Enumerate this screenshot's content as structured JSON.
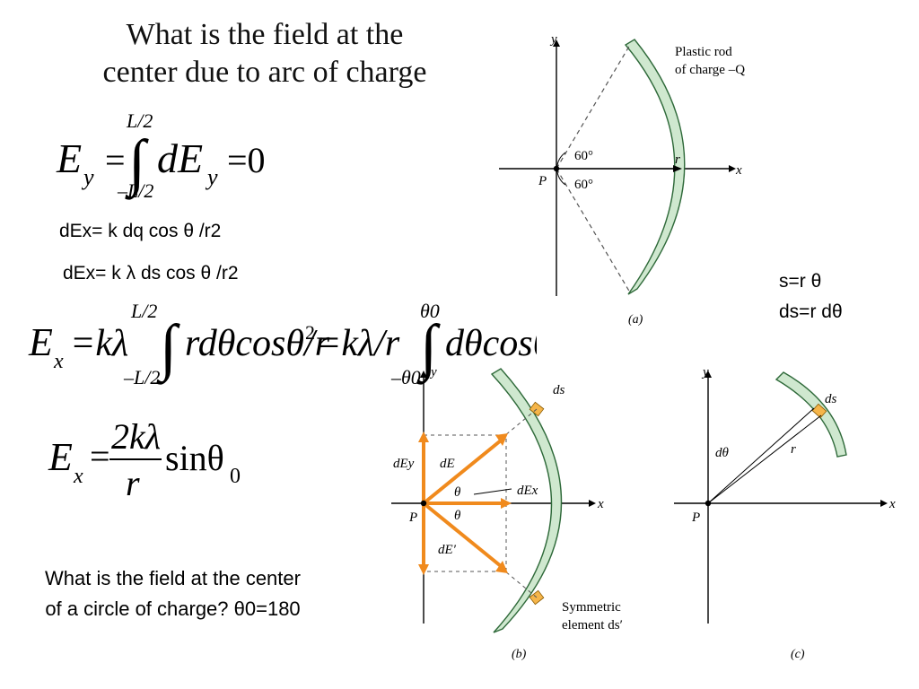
{
  "slide": {
    "title_line1": "What is the field at the",
    "title_line2": "center due to arc of charge",
    "eq_dEx_1": "dEx= k dq cos θ /r2",
    "eq_dEx_2": "dEx= k λ ds cos θ /r2",
    "s_relation": "s=r θ",
    "ds_relation": "ds=r dθ",
    "question_line1": "What is the field at the center",
    "question_line2": "of a circle of charge? θ0=180"
  },
  "equations": {
    "Ey": {
      "lhs": "E",
      "sub": "y",
      "upper": "L/2",
      "lower": "–L/2",
      "integrand": "dE",
      "integrand_sub": "y",
      "result": "=0"
    },
    "Ex_integral": {
      "lhs": "E",
      "sub": "x",
      "expr1": "=kλ",
      "upper1": "L/2",
      "lower1": "–L/2",
      "expr2": "rdθcosθ/r",
      "exp2": "2",
      "expr3": "=kλ/r",
      "upper2": "θ0",
      "lower2": "–θ0",
      "expr4": "dθcosθ"
    },
    "Ex_result": {
      "lhs": "E",
      "sub": "x",
      "numerator": "2kλ",
      "denominator": "r",
      "func": "sinθ",
      "func_sub": "0"
    }
  },
  "figures": {
    "a": {
      "y_label": "y",
      "x_label": "x",
      "P_label": "P",
      "angle1": "60°",
      "angle2": "60°",
      "r_label": "r",
      "rod_label_1": "Plastic rod",
      "rod_label_2": "of charge –Q",
      "caption": "(a)"
    },
    "b": {
      "y_label": "y",
      "x_label": "x",
      "P_label": "P",
      "ds_label": "ds",
      "dEy_label": "dEy",
      "dE_label": "dE",
      "dEx_label": "dEx",
      "dEprime_label": "dE′",
      "theta1": "θ",
      "theta2": "θ",
      "sym_1": "Symmetric",
      "sym_2": "element ds′",
      "caption": "(b)"
    },
    "c": {
      "y_label": "y",
      "x_label": "x",
      "P_label": "P",
      "ds_label": "ds",
      "dtheta_label": "dθ",
      "r_label": "r",
      "caption": "(c)"
    }
  },
  "colors": {
    "rod_fill": "#cfe8cf",
    "rod_stroke": "#2f6a3a",
    "arrow": "#f08a1d",
    "element": "#f5b54a"
  }
}
